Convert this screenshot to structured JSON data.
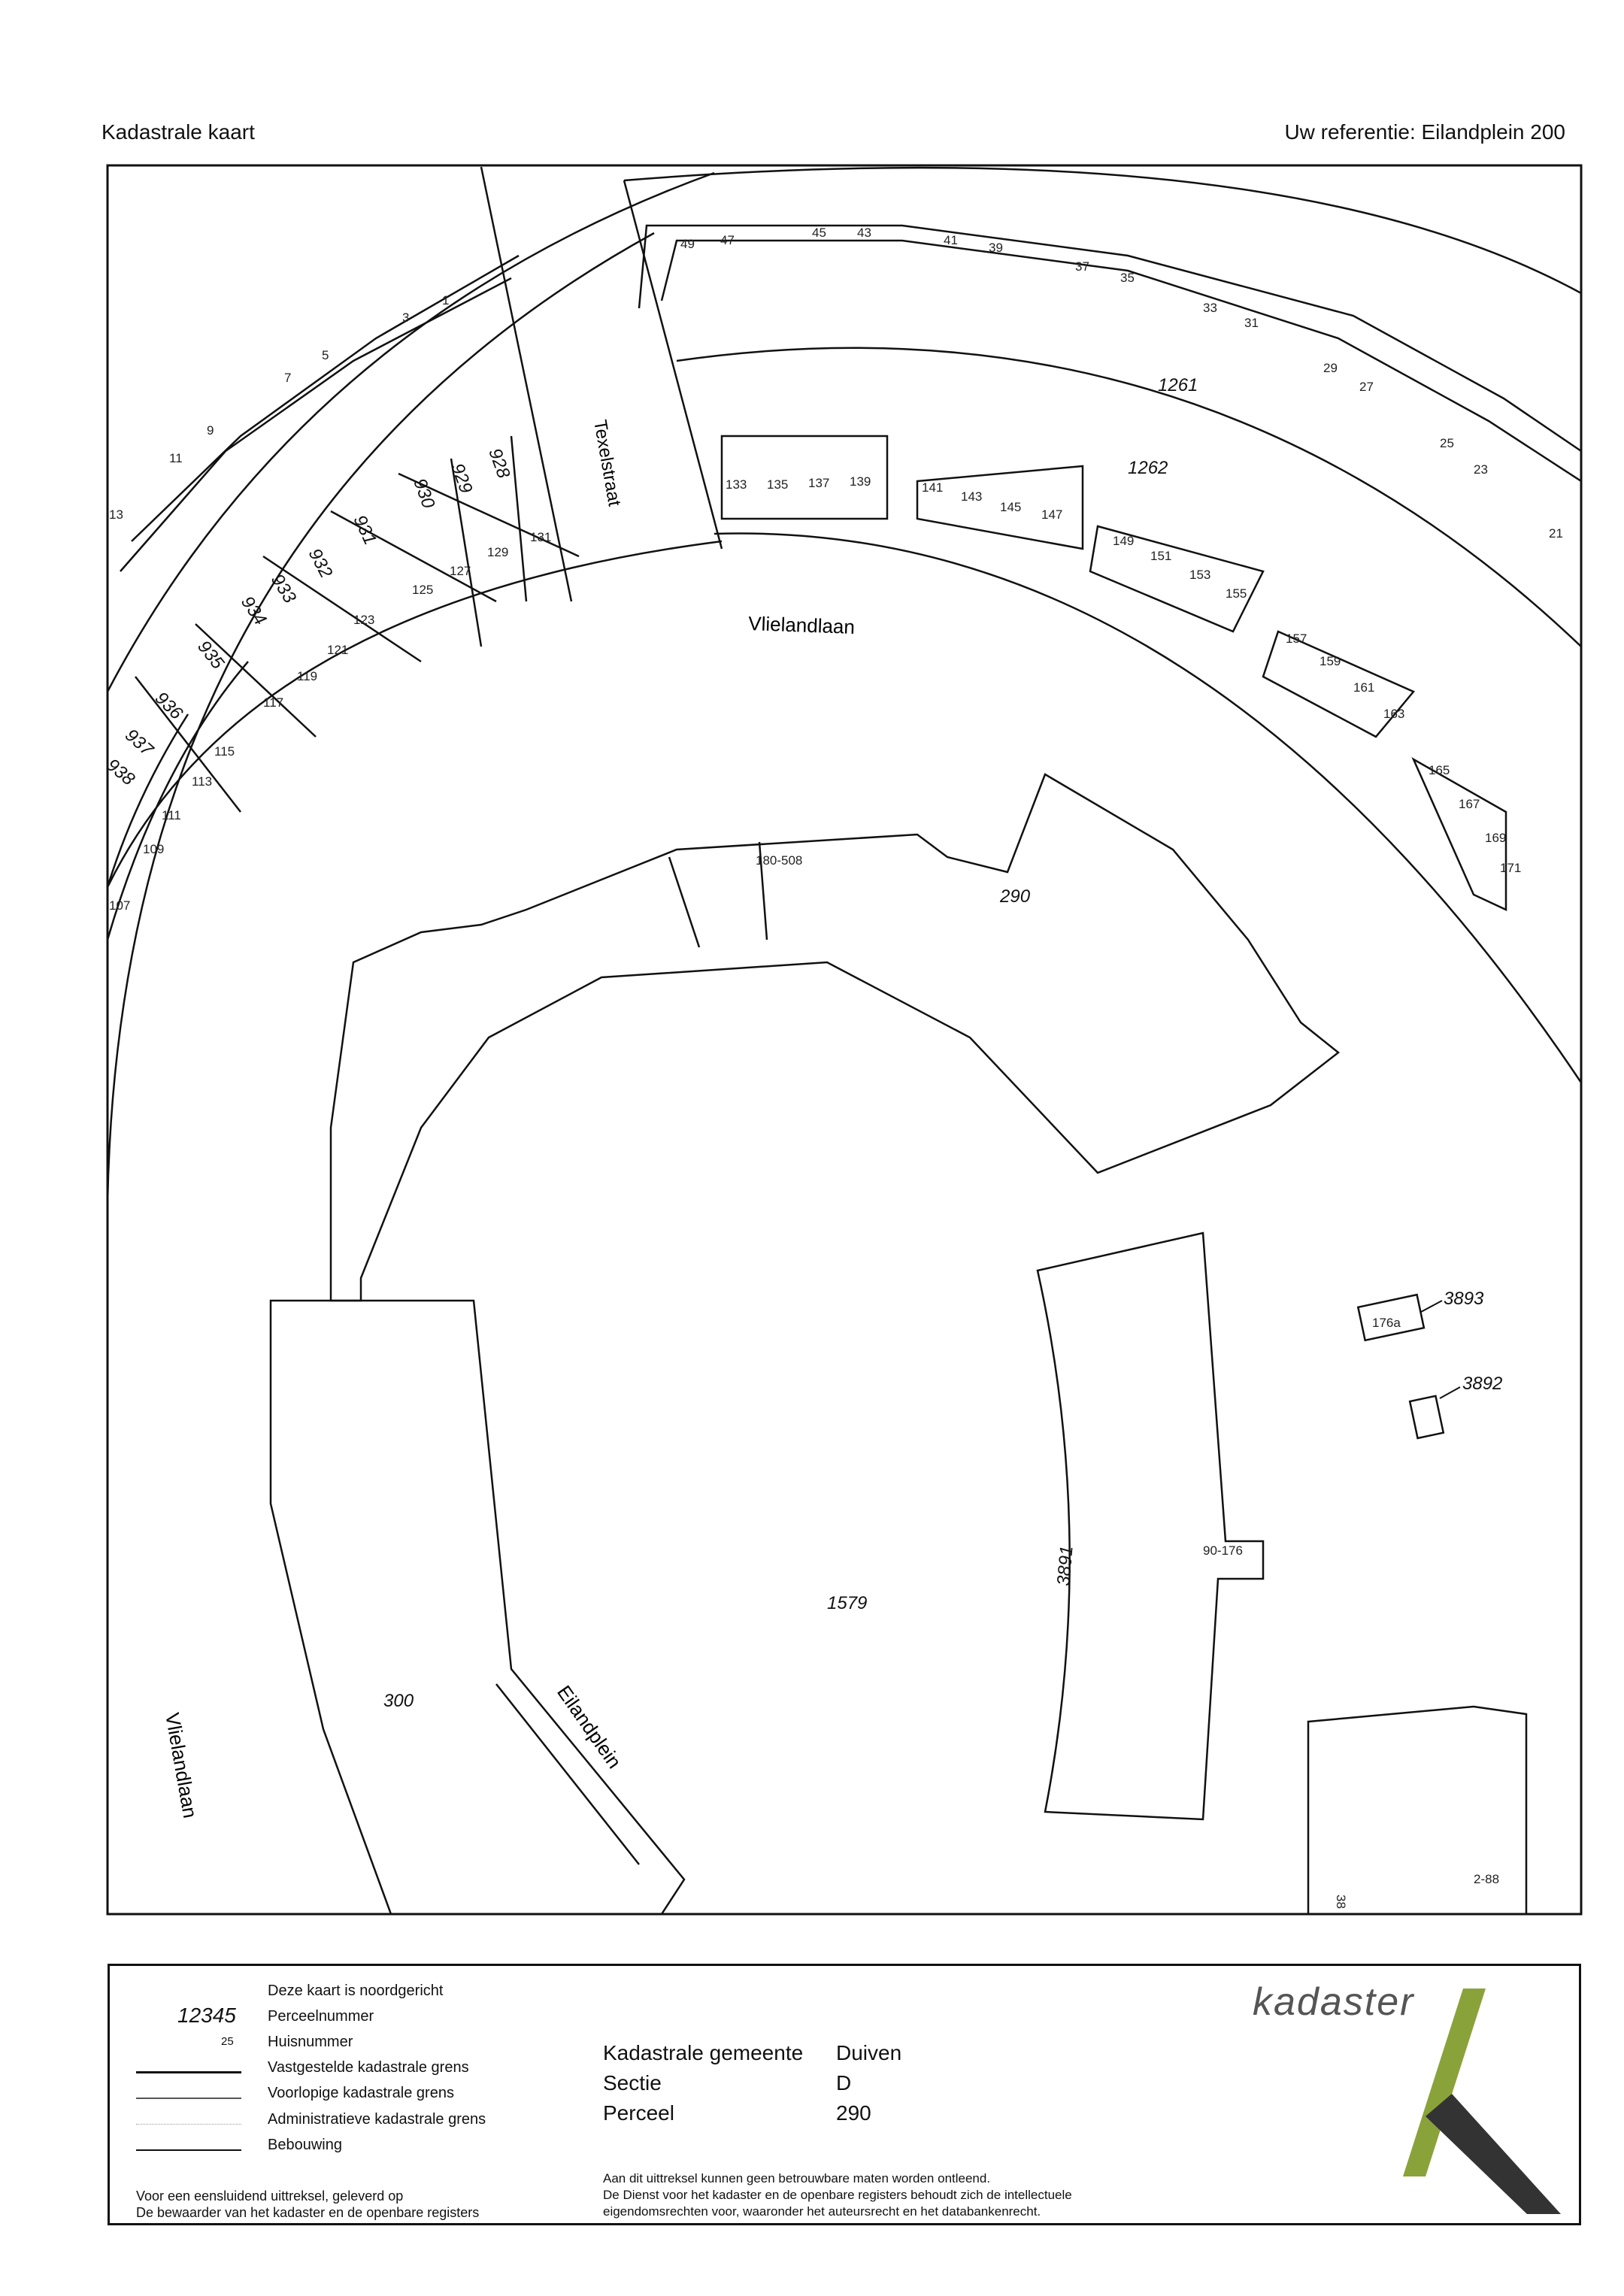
{
  "header": {
    "title": "Kadastrale kaart",
    "reference": "Uw referentie: Eilandplein 200"
  },
  "map": {
    "streets": [
      "Texelstraat",
      "Vlielandlaan",
      "Vlielandlaan",
      "Eilandplein"
    ],
    "parcels": [
      "1261",
      "1262",
      "290",
      "1579",
      "300",
      "3891",
      "3893",
      "3892",
      "928",
      "929",
      "930",
      "931",
      "932",
      "933",
      "934",
      "935",
      "936",
      "937",
      "938"
    ],
    "house_numbers_outer": [
      "49",
      "47",
      "45",
      "43",
      "41",
      "39",
      "37",
      "35",
      "33",
      "31",
      "29",
      "27",
      "25",
      "23",
      "21"
    ],
    "house_numbers_west": [
      "11",
      "9",
      "7",
      "5",
      "3",
      "1",
      "13"
    ],
    "house_numbers_inner": [
      "133",
      "135",
      "137",
      "139",
      "141",
      "143",
      "145",
      "147",
      "149",
      "151",
      "153",
      "155",
      "157",
      "159",
      "161",
      "163",
      "165",
      "167",
      "169",
      "171"
    ],
    "house_numbers_sw": [
      "131",
      "129",
      "127",
      "125",
      "123",
      "121",
      "119",
      "117",
      "115",
      "113",
      "111",
      "109",
      "107"
    ],
    "other_labels": [
      "180-508",
      "176a",
      "90-176",
      "2-88",
      "38"
    ]
  },
  "legend": {
    "north": "Deze kaart is noordgericht",
    "parcel_sample": "12345",
    "parcel_label": "Perceelnummer",
    "house_sample": "25",
    "house_label": "Huisnummer",
    "line1": "Vastgestelde kadastrale grens",
    "line2": "Voorlopige kadastrale grens",
    "line3": "Administratieve kadastrale grens",
    "line4": "Bebouwing",
    "footer1": "Voor een eensluidend uittreksel, geleverd op",
    "footer2": "De bewaarder van het kadaster en de openbare registers"
  },
  "info": {
    "gemeente_label": "Kadastrale gemeente",
    "gemeente_value": "Duiven",
    "sectie_label": "Sectie",
    "sectie_value": "D",
    "perceel_label": "Perceel",
    "perceel_value": "290",
    "disclaimer1": "Aan dit uittreksel kunnen geen betrouwbare maten worden ontleend.",
    "disclaimer2": "De Dienst voor het kadaster en de openbare registers behoudt zich de intellectuele",
    "disclaimer3": "eigendomsrechten voor, waaronder het auteursrecht en het databankenrecht."
  },
  "brand": {
    "logo_text": "kadaster",
    "colors": {
      "green": "#8aa23a",
      "dark": "#333333"
    }
  }
}
